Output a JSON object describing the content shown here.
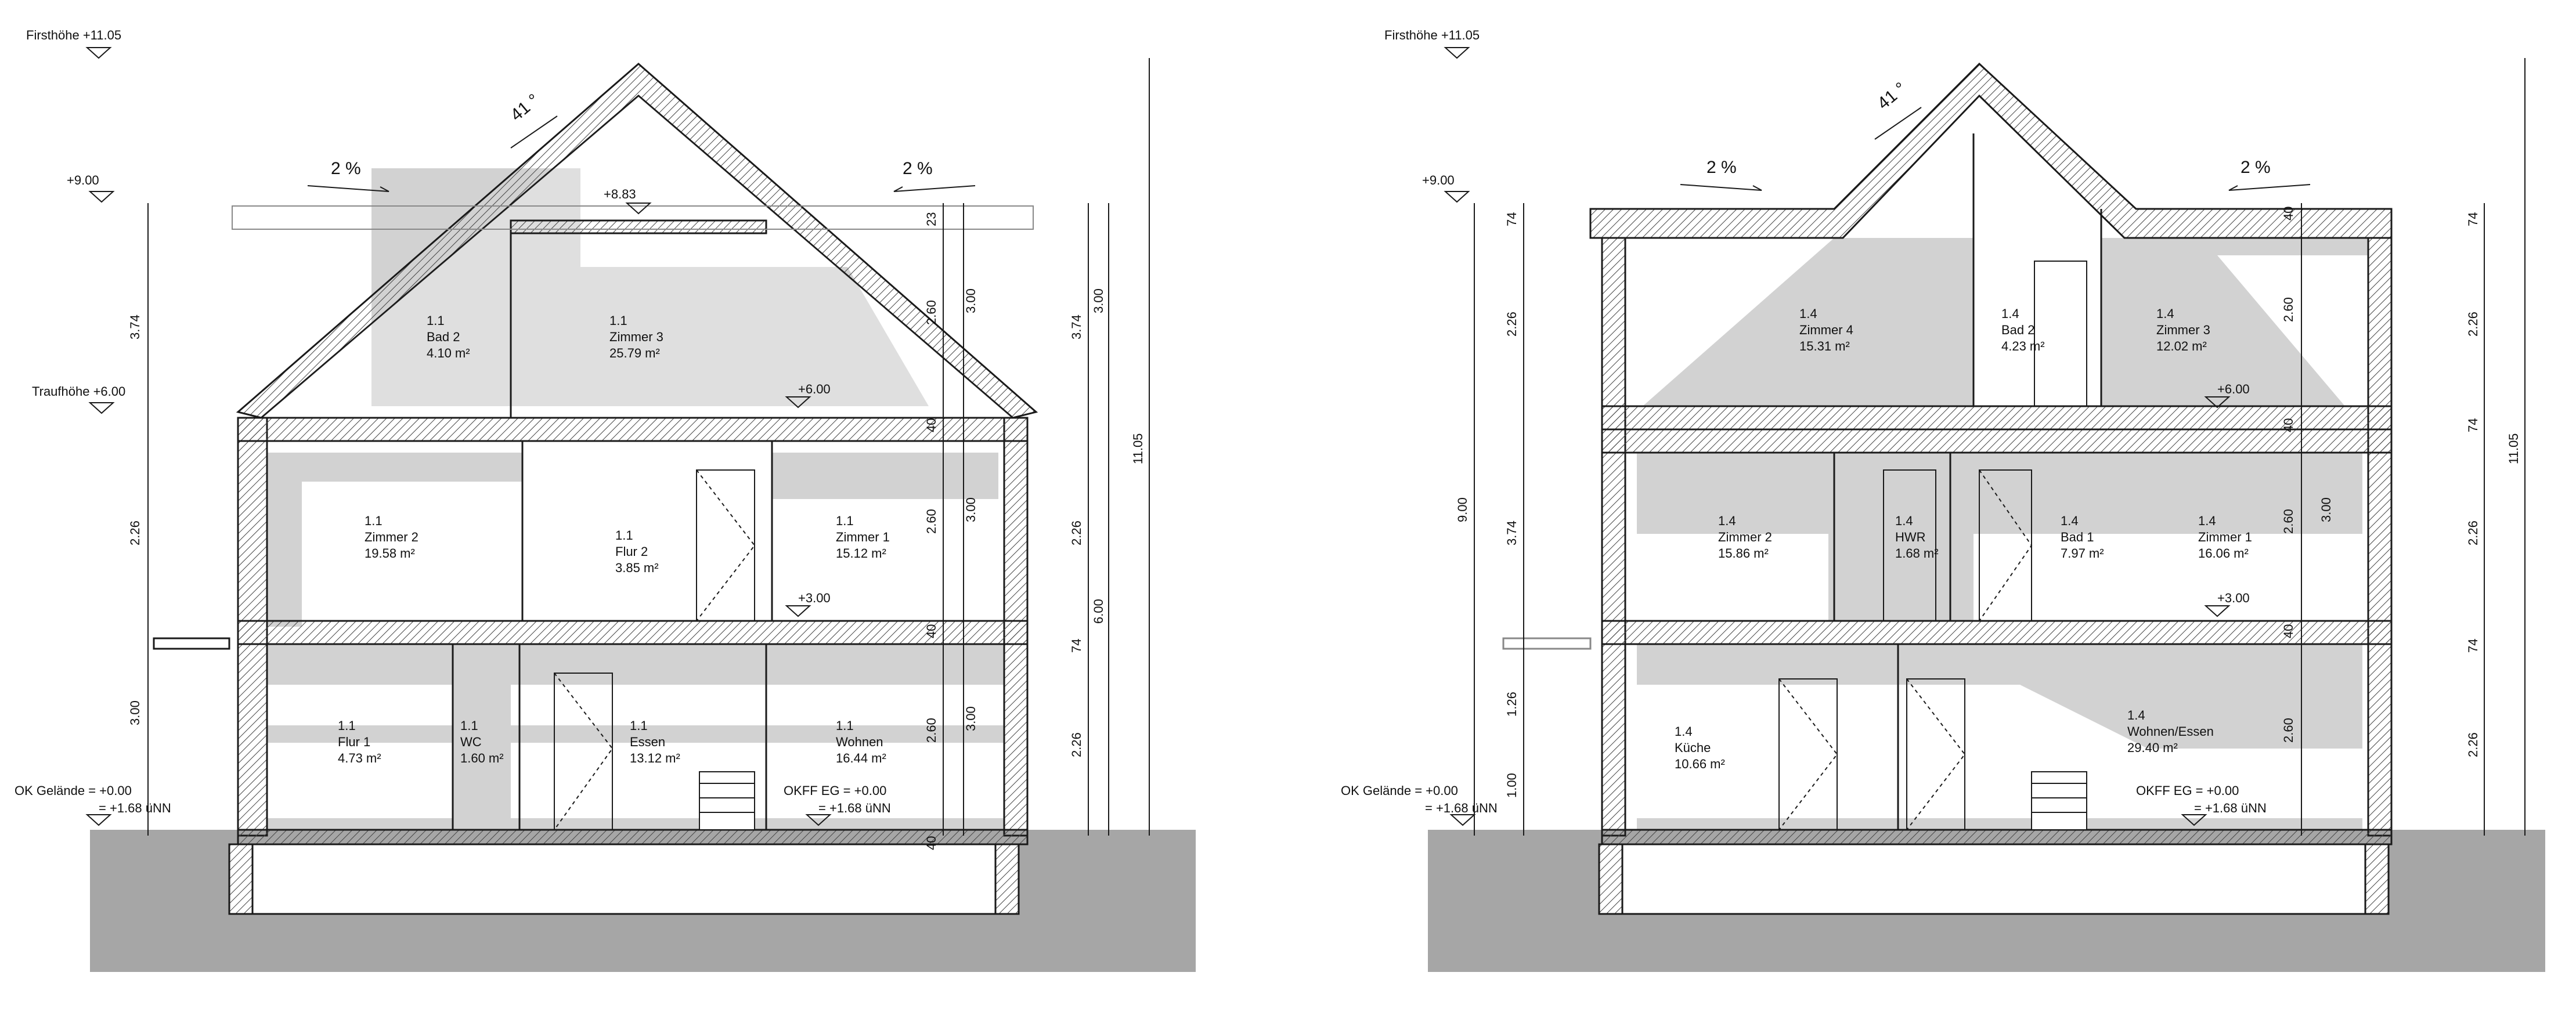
{
  "section_left": {
    "elevations": {
      "ridge": "Firsthöhe +11.05",
      "top_level": "+9.00",
      "eaves": "Traufhöhe +6.00",
      "ground": "OK Gelände = +0.00",
      "ground_nn": "= +1.68 üNN",
      "ffl_label": "OKFF EG = +0.00",
      "ffl_nn": "= +1.68 üNN",
      "attic_level": "+8.83",
      "level_2": "+6.00",
      "level_1": "+3.00"
    },
    "roof": {
      "pitch": "41 °",
      "slope_left": "2 %",
      "slope_right": "2 %"
    },
    "rooms": [
      {
        "number": "1.1",
        "name": "Bad 2",
        "area": "4.10 m²"
      },
      {
        "number": "1.1",
        "name": "Zimmer 3",
        "area": "25.79 m²"
      },
      {
        "number": "1.1",
        "name": "Zimmer 2",
        "area": "19.58 m²"
      },
      {
        "number": "1.1",
        "name": "Flur 2",
        "area": "3.85 m²"
      },
      {
        "number": "1.1",
        "name": "Zimmer 1",
        "area": "15.12 m²"
      },
      {
        "number": "1.1",
        "name": "Flur 1",
        "area": "4.73 m²"
      },
      {
        "number": "1.1",
        "name": "WC",
        "area": "1.60 m²"
      },
      {
        "number": "1.1",
        "name": "Essen",
        "area": "13.12 m²"
      },
      {
        "number": "1.1",
        "name": "Wohnen",
        "area": "16.44 m²"
      }
    ],
    "dims": {
      "left_374": "3.74",
      "left_226": "2.26",
      "left_300": "3.00",
      "in_23": "23",
      "in_260a": "2.60",
      "in_300a": "3.00",
      "in_40a": "40",
      "in_260b": "2.60",
      "in_300b": "3.00",
      "in_40b": "40",
      "in_260c": "2.60",
      "in_300c": "3.00",
      "in_40c": "40",
      "r_300": "3.00",
      "r_374": "3.74",
      "r_226a": "2.26",
      "r_74": "74",
      "r_226b": "2.26",
      "r_600": "6.00",
      "r_1105": "11.05"
    }
  },
  "section_right": {
    "elevations": {
      "ridge": "Firsthöhe +11.05",
      "top_level": "+9.00",
      "ground": "OK Gelände = +0.00",
      "ground_nn": "= +1.68 üNN",
      "ffl_label": "OKFF EG = +0.00",
      "ffl_nn": "= +1.68 üNN",
      "level_2": "+6.00",
      "level_1": "+3.00"
    },
    "roof": {
      "pitch": "41 °",
      "slope_left": "2 %",
      "slope_right": "2 %"
    },
    "rooms": [
      {
        "number": "1.4",
        "name": "Zimmer 4",
        "area": "15.31 m²"
      },
      {
        "number": "1.4",
        "name": "Bad 2",
        "area": "4.23 m²"
      },
      {
        "number": "1.4",
        "name": "Zimmer 3",
        "area": "12.02 m²"
      },
      {
        "number": "1.4",
        "name": "Zimmer 2",
        "area": "15.86 m²"
      },
      {
        "number": "1.4",
        "name": "HWR",
        "area": "1.68 m²"
      },
      {
        "number": "1.4",
        "name": "Bad 1",
        "area": "7.97 m²"
      },
      {
        "number": "1.4",
        "name": "Zimmer 1",
        "area": "16.06 m²"
      },
      {
        "number": "1.4",
        "name": "Küche",
        "area": "10.66 m²"
      },
      {
        "number": "1.4",
        "name": "Wohnen/Essen",
        "area": "29.40 m²"
      }
    ],
    "dims": {
      "l_74": "74",
      "l_226": "2.26",
      "l_900": "9.00",
      "l_374": "3.74",
      "l_126": "1.26",
      "l_100": "1.00",
      "in_40a": "40",
      "in_260a": "2.60",
      "in_40b": "40",
      "in_260b": "2.60",
      "in_300b": "3.00",
      "in_40c": "40",
      "in_260c": "2.60",
      "r_74a": "74",
      "r_226a": "2.26",
      "r_74b": "74",
      "r_226b": "2.26",
      "r_74c": "74",
      "r_226c": "2.26",
      "r_1105": "11.05"
    }
  },
  "colors": {
    "ground": "#a6a6a6",
    "shadow": "#d2d2d2",
    "line": "#1a1a1a"
  }
}
